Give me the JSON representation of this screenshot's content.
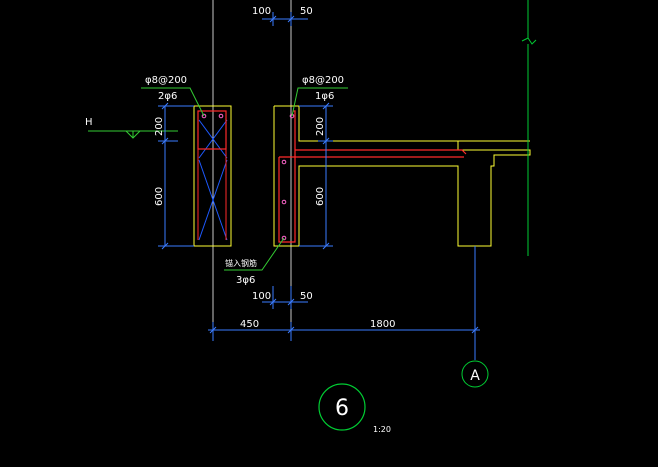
{
  "drawing": {
    "colors": {
      "background": "#000000",
      "dimension": "#3a7bff",
      "outline": "#ffff33",
      "rebar": "#ff2a2a",
      "leader": "#33cc33",
      "axis": "#00cc33",
      "text": "#ffffff",
      "hatch": "#1e5aff"
    },
    "labels": {
      "dim_top_100": "100",
      "dim_top_50": "50",
      "dim_bot_100": "100",
      "dim_bot_50": "50",
      "stirrup_left": "φ8@200",
      "bars_left": "2φ6",
      "stirrup_right": "φ8@200",
      "bars_right": "1φ6",
      "elevation_mark": "H",
      "dim_left_200": "200",
      "dim_left_600": "600",
      "dim_right_200": "200",
      "dim_right_600": "600",
      "anchor_note": "锚入钢筋",
      "anchor_bars": "3φ6",
      "dim_450": "450",
      "dim_1800": "1800",
      "axis_label": "A",
      "detail_number": "6",
      "scale": "1:20"
    }
  }
}
